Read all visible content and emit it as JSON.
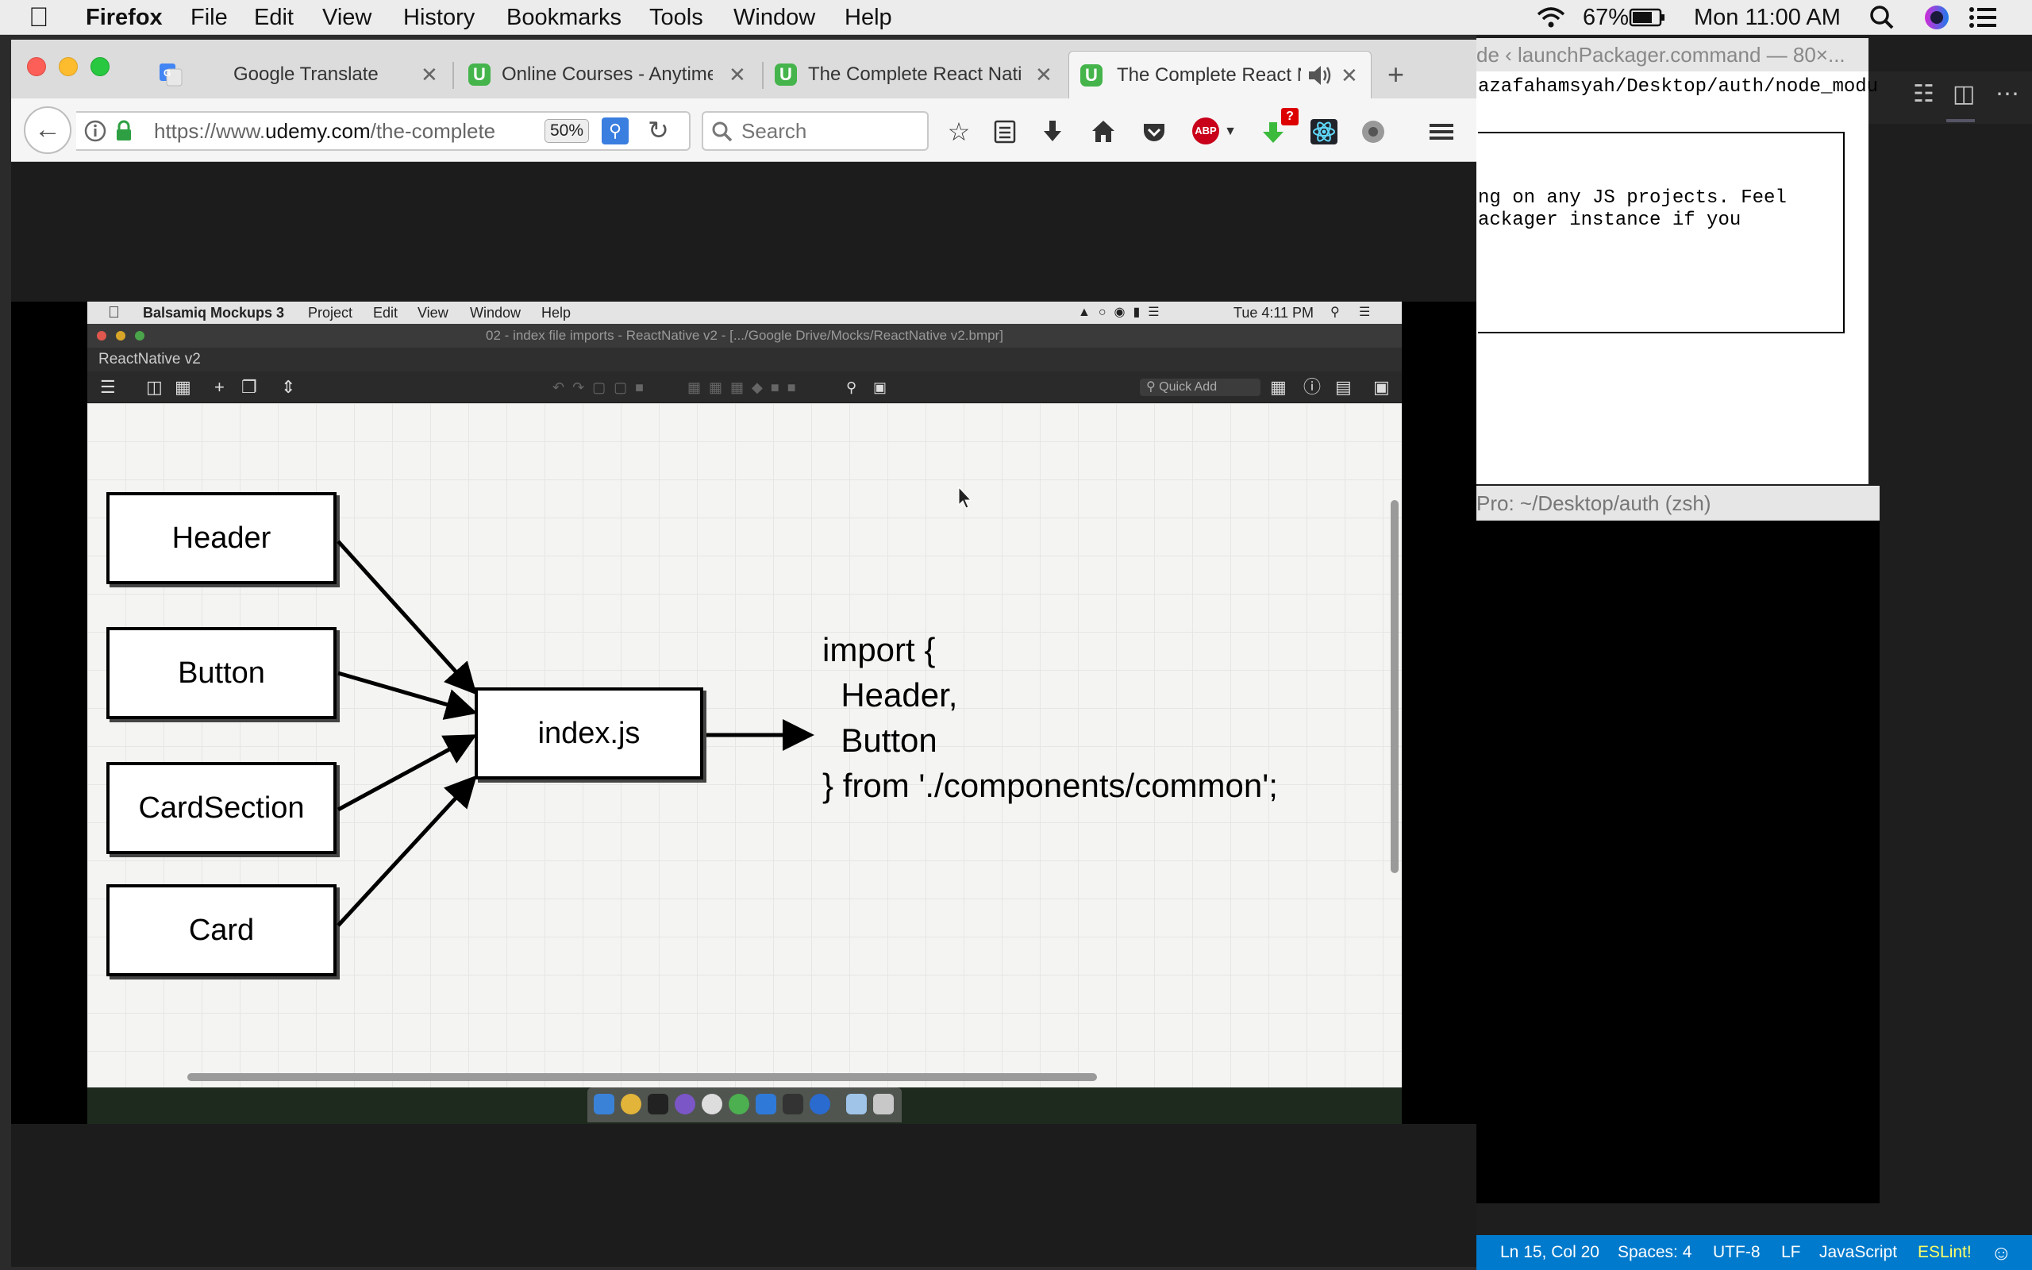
{
  "menubar": {
    "app": "Firefox",
    "items": [
      "File",
      "Edit",
      "View",
      "History",
      "Bookmarks",
      "Tools",
      "Window",
      "Help"
    ],
    "battery": "67%",
    "clock": "Mon 11:00 AM"
  },
  "firefox": {
    "tabs": [
      {
        "label": "Google Translate"
      },
      {
        "label": "Online Courses - Anytime,"
      },
      {
        "label": "The Complete React Nativ"
      },
      {
        "label": "The Complete React N"
      }
    ],
    "url_prefix": "https://www.",
    "url_domain": "udemy.com",
    "url_path": "/the-complete",
    "zoom": "50%",
    "search_placeholder": "Search",
    "abp_label": "ABP",
    "download_badge": "?"
  },
  "video": {
    "app_menubar": {
      "app": "Balsamiq Mockups 3",
      "items": [
        "Project",
        "Edit",
        "View",
        "Window",
        "Help"
      ],
      "clock": "Tue 4:11 PM"
    },
    "window_title": "02 - index file imports - ReactNative v2 - [.../Google Drive/Mocks/ReactNative v2.bmpr]",
    "project_name": "ReactNative v2",
    "quick_add": "Quick Add",
    "diagram": {
      "components": [
        "Header",
        "Button",
        "CardSection",
        "Card"
      ],
      "hub": "index.js",
      "code_lines": [
        "import {",
        "  Header,",
        "  Button",
        "} from './components/common';"
      ]
    }
  },
  "packager_window": {
    "title": "de ‹ launchPackager.command — 80×...",
    "path_line": "azafahamsyah/Desktop/auth/node_modu",
    "text_line_1": "ng on any JS projects. Feel",
    "text_line_2": "ackager instance if you"
  },
  "zsh_window": {
    "title": "Pro: ~/Desktop/auth (zsh)"
  },
  "editor_status": {
    "position": "Ln 15, Col 20",
    "spaces": "Spaces: 4",
    "encoding": "UTF-8",
    "eol": "LF",
    "language": "JavaScript",
    "linter": "ESLint!"
  },
  "colors": {
    "status_bar": "#007acc",
    "linter_text": "#ffff66",
    "udemy_green": "#44b44b",
    "abp_red": "#c9001a"
  }
}
